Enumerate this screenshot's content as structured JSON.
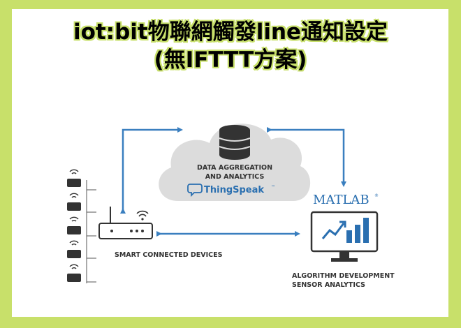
{
  "title": {
    "line1": "iot:bit物聯網觸發line通知設定",
    "line2": "(無IFTTT方案)"
  },
  "cloud": {
    "line1": "DATA AGGREGATION",
    "line2": "AND ANALYTICS",
    "brand": "ThingSpeak",
    "brand_mark": "™"
  },
  "devices": {
    "label": "SMART CONNECTED DEVICES"
  },
  "matlab": {
    "brand": "MATLAB",
    "brand_mark": "®",
    "line1": "ALGORITHM DEVELOPMENT",
    "line2": "SENSOR ANALYTICS"
  },
  "colors": {
    "background": "#c8e06a",
    "arrow": "#3a7fbf",
    "cloud": "#dcdcdc",
    "brand_blue": "#2a6fb0",
    "dark": "#333333"
  }
}
